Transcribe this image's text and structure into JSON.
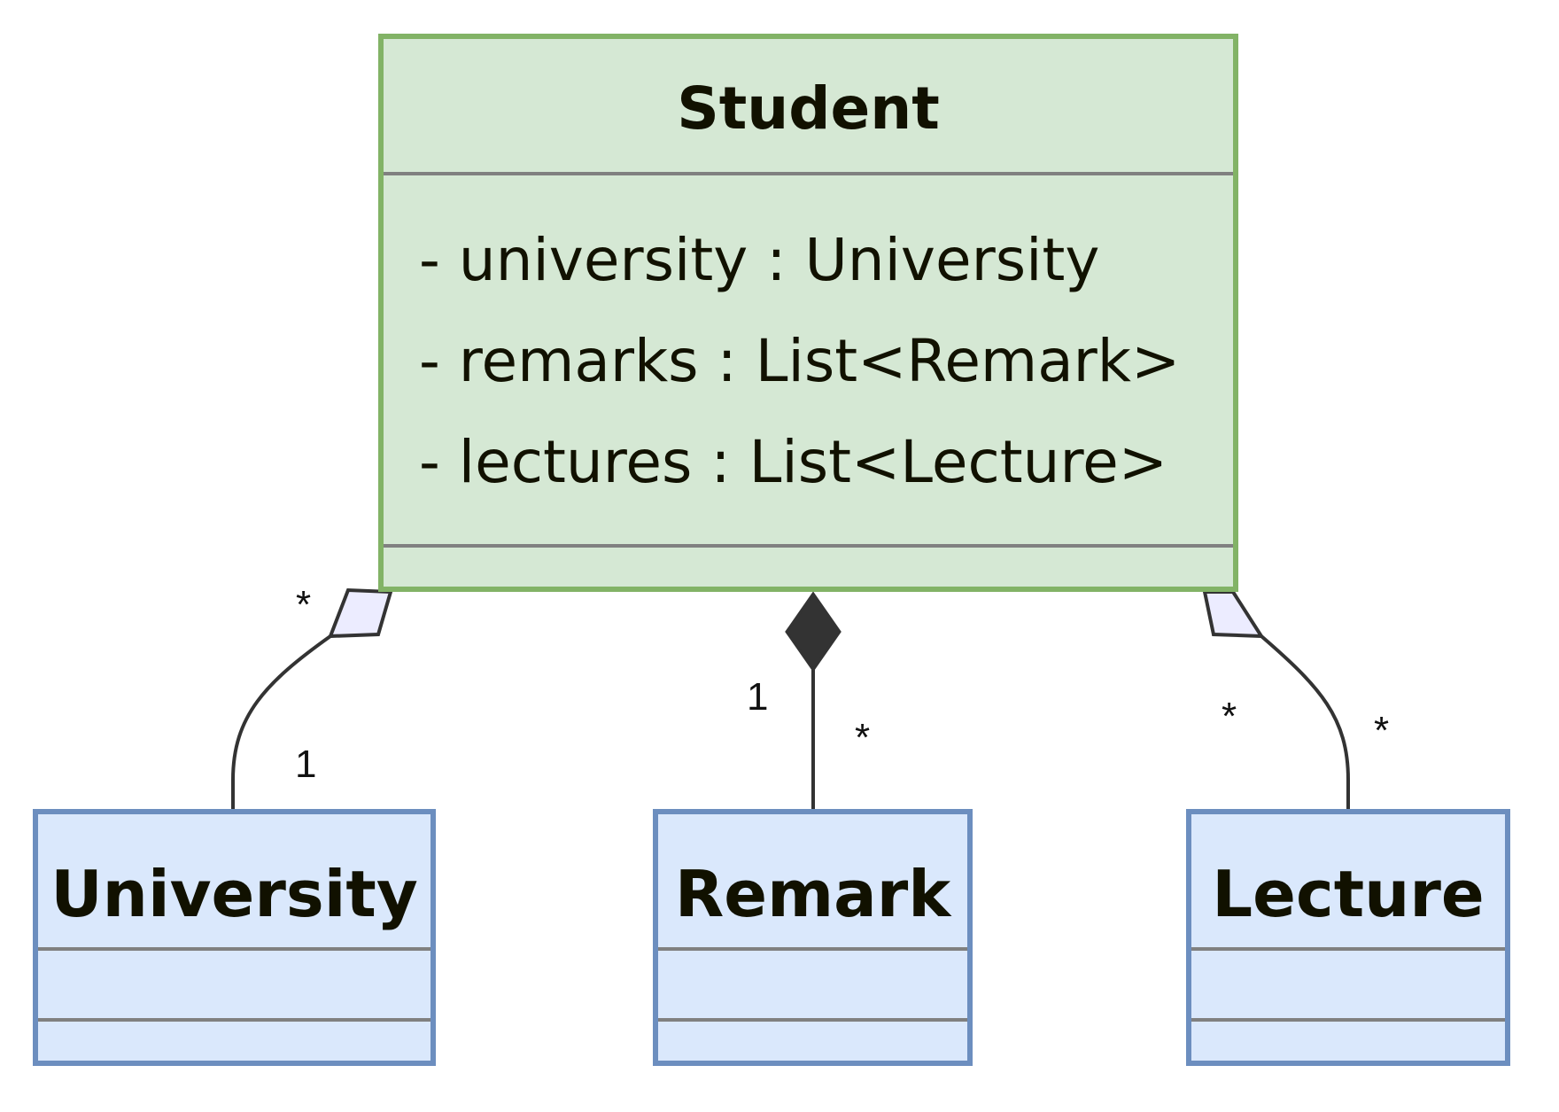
{
  "classes": {
    "student": {
      "name": "Student",
      "attributes": [
        "- university : University",
        "- remarks : List<Remark>",
        "- lectures : List<Lecture>"
      ]
    },
    "university": {
      "name": "University"
    },
    "remark": {
      "name": "Remark"
    },
    "lecture": {
      "name": "Lecture"
    }
  },
  "relations": {
    "student_university": {
      "type": "aggregation",
      "student_end": "*",
      "university_end": "1"
    },
    "student_remark": {
      "type": "composition",
      "student_end": "1",
      "remark_end": "*"
    },
    "student_lecture": {
      "type": "aggregation",
      "student_end": "*",
      "lecture_end": "*"
    }
  },
  "colors": {
    "student_fill": "#d5e8d4",
    "student_border": "#82b366",
    "class_fill": "#dae8fc",
    "class_border": "#6c8ebf",
    "line": "#333333",
    "aggregation_fill": "#ececff"
  }
}
